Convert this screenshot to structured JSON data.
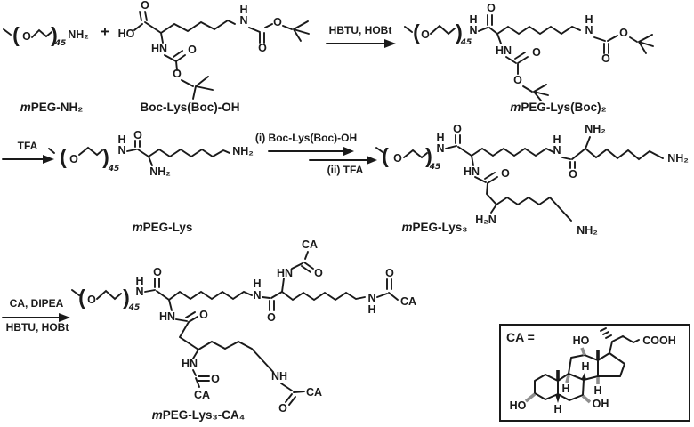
{
  "operators": {
    "plus": "+"
  },
  "compounds": {
    "mpeg_nh2": "mPEG-NH₂",
    "boc_lys_boc_oh": "Boc-Lys(Boc)-OH",
    "mpeg_lys_boc2": "mPEG-Lys(Boc)₂",
    "mpeg_lys": "mPEG-Lys",
    "mpeg_lys3": "mPEG-Lys₃",
    "mpeg_lys3_ca4": "mPEG-Lys₃-CA₄"
  },
  "reagents": {
    "step1": "HBTU, HOBt",
    "step2": "TFA",
    "step3_i": "(i) Boc-Lys(Boc)-OH",
    "step3_ii": "(ii) TFA",
    "step4_line1": "CA, DIPEA",
    "step4_line2": "HBTU, HOBt"
  },
  "inset": {
    "definition_label": "CA ="
  },
  "atoms": {
    "O": "O",
    "HO": "HO",
    "OH": "OH",
    "H": "H",
    "N": "N",
    "HN": "HN",
    "NH": "NH",
    "NH2": "NH₂",
    "H2N": "H₂N",
    "CA": "CA",
    "COOH": "COOH",
    "repeat_count": "45",
    "paren_open": "(",
    "paren_close": ")"
  },
  "colors": {
    "ink": "#1a1a1a",
    "background": "#ffffff",
    "stereo_hash": "#8e8e8e"
  }
}
